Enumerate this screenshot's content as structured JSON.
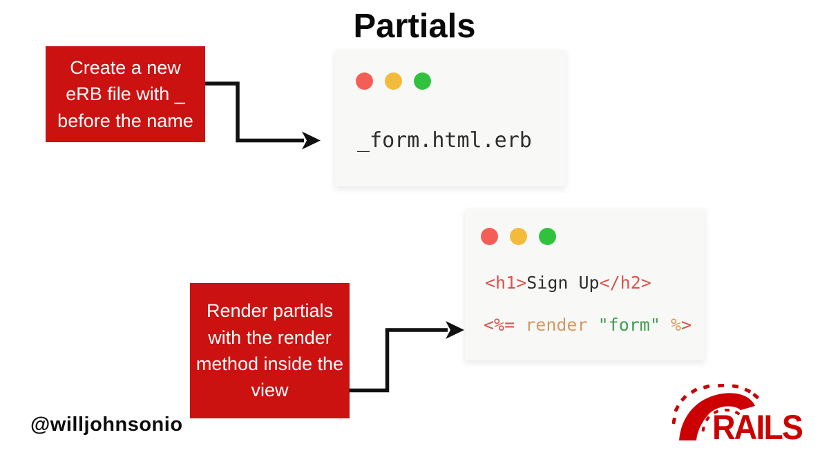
{
  "page": {
    "title": "Partials"
  },
  "notes": [
    {
      "text": "Create a new eRB file with _ before the name"
    },
    {
      "text": "Render partials with the render method inside the view"
    }
  ],
  "windows": [
    {
      "filename": "_form.html.erb"
    },
    {
      "lines": [
        [
          {
            "text": "<h1>",
            "color": "#d9534e"
          },
          {
            "text": "Sign Up",
            "color": "#2d2d2d"
          },
          {
            "text": "</h2>",
            "color": "#d9534e"
          }
        ],
        [
          {
            "text": "<%=",
            "color": "#d9534e"
          },
          {
            "text": " ",
            "color": "#2d2d2d"
          },
          {
            "text": "render",
            "color": "#d59a62"
          },
          {
            "text": " ",
            "color": "#2d2d2d"
          },
          {
            "text": "\"form\"",
            "color": "#3f9e4d"
          },
          {
            "text": " ",
            "color": "#2d2d2d"
          },
          {
            "text": "%",
            "color": "#d59a62"
          },
          {
            "text": ">",
            "color": "#d9534e"
          }
        ]
      ]
    }
  ],
  "footer": {
    "handle": "@willjohnsonio",
    "rails_label": "RAILS"
  },
  "colors": {
    "accent_red": "#cc1111",
    "window_bg": "#f8f8f7",
    "dot_red": "#f55e57",
    "dot_yellow": "#f2bb3c",
    "dot_green": "#31c23d",
    "code_dark": "#2d2d2d",
    "arrow": "#111111",
    "rails_red": "#cc0000"
  }
}
